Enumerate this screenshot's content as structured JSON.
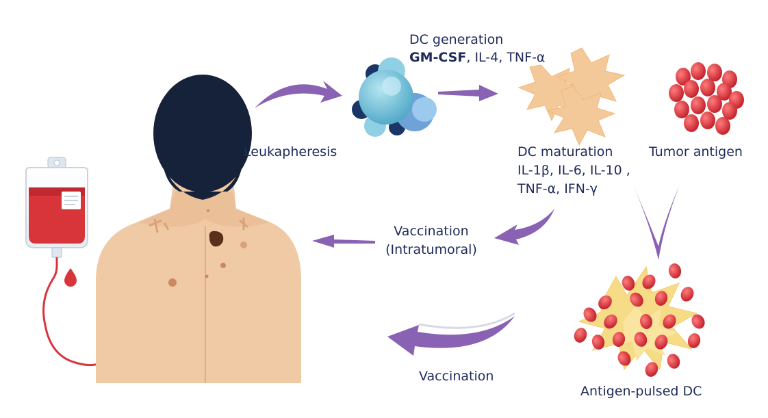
{
  "labels": {
    "dc_generation_title": "DC generation",
    "dc_generation_cytokine_bold": "GM-CSF",
    "dc_generation_cytokines_rest": ", IL-4, TNF-α",
    "leukapheresis": "Leukapheresis",
    "dc_maturation_title": "DC maturation",
    "dc_maturation_line1": "IL-1β, IL-6, IL-10 ,",
    "dc_maturation_line2": "TNF-α, IFN-γ",
    "tumor_antigen": "Tumor antigen",
    "vaccination_intratumoral_line1": "Vaccination",
    "vaccination_intratumoral_line2": "(Intratumoral)",
    "vaccination": "Vaccination",
    "antigen_pulsed_dc": "Antigen-pulsed DC"
  },
  "colors": {
    "text": "#1f2a5a",
    "arrow": "#8a62b3",
    "skin": "#f0c9a5",
    "hair": "#15223a",
    "blood": "#d8353b",
    "dc_cell": "#f4c999",
    "pulsed_dc": "#f7dc88",
    "monocyte_light": "#7fc6dc",
    "monocyte_dark": "#1a3566"
  }
}
